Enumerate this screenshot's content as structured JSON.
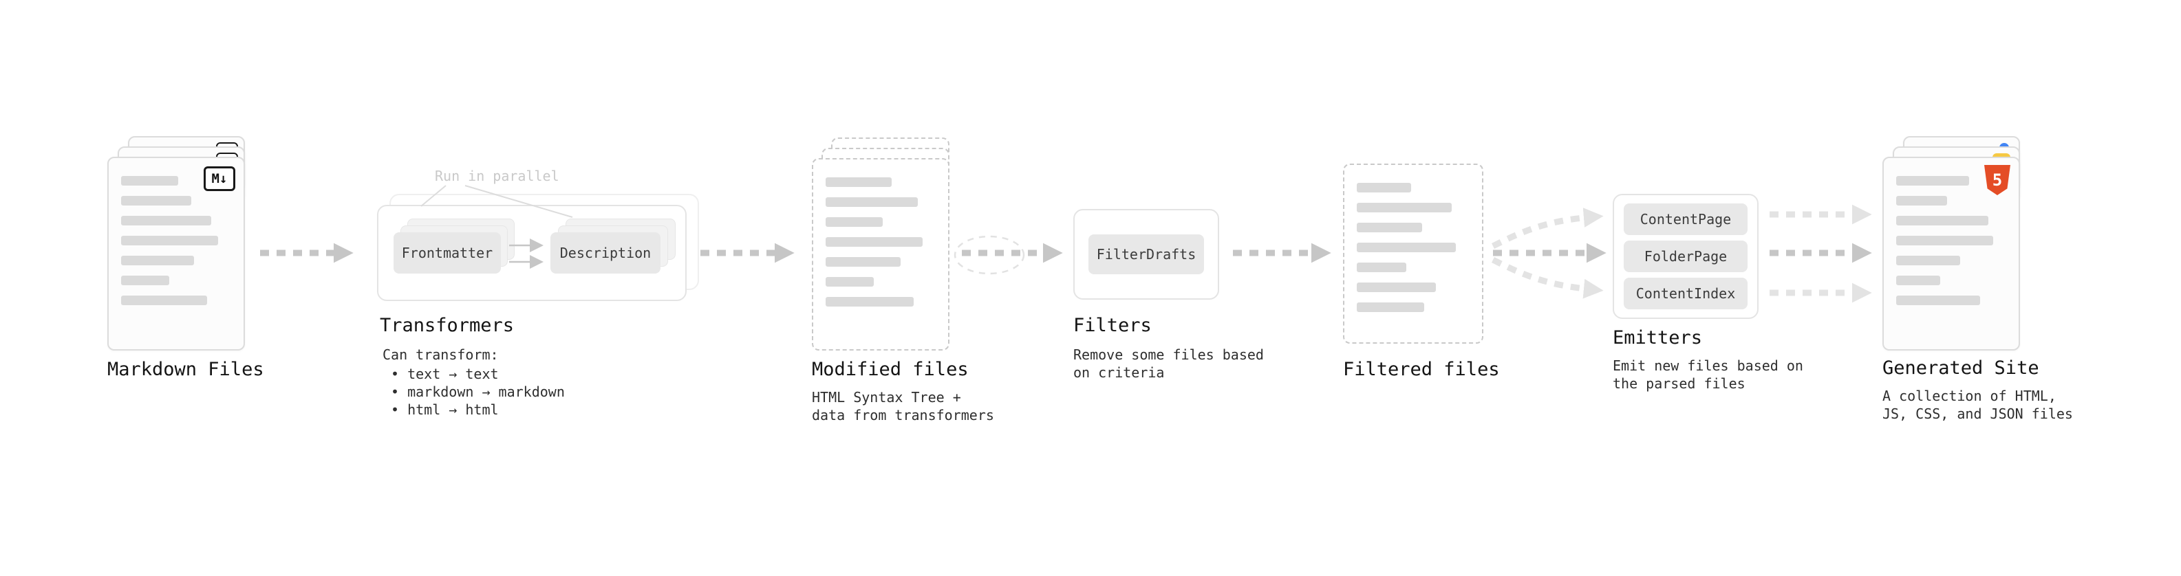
{
  "colors": {
    "arrow": "#c6c6c6",
    "arrow_light": "#e3e3e3",
    "html5_orange": "#e44d26",
    "favicon_blue": "#4285f4",
    "favicon_yellow": "#f6c944"
  },
  "stages": {
    "markdown_files": {
      "label": "Markdown Files",
      "icon_glyph": "M↓"
    },
    "transformers": {
      "label": "Transformers",
      "annotation": "Run in parallel",
      "node_1": "Frontmatter",
      "node_2": "Description",
      "caption_title": "Can transform:",
      "bullets": [
        "• text → text",
        "• markdown → markdown",
        "• html → html"
      ]
    },
    "modified_files": {
      "label": "Modified files",
      "caption": [
        "HTML Syntax Tree +",
        "data from transformers"
      ]
    },
    "filters": {
      "label": "Filters",
      "node": "FilterDrafts",
      "caption": [
        "Remove some files based",
        "on criteria"
      ]
    },
    "filtered_files": {
      "label": "Filtered files"
    },
    "emitters": {
      "label": "Emitters",
      "nodes": [
        "ContentPage",
        "FolderPage",
        "ContentIndex"
      ],
      "caption": [
        "Emit new files based on",
        "the parsed files"
      ]
    },
    "generated_site": {
      "label": "Generated Site",
      "icon_glyph": "5",
      "caption": [
        "A collection of HTML,",
        "JS, CSS, and JSON files"
      ]
    }
  }
}
